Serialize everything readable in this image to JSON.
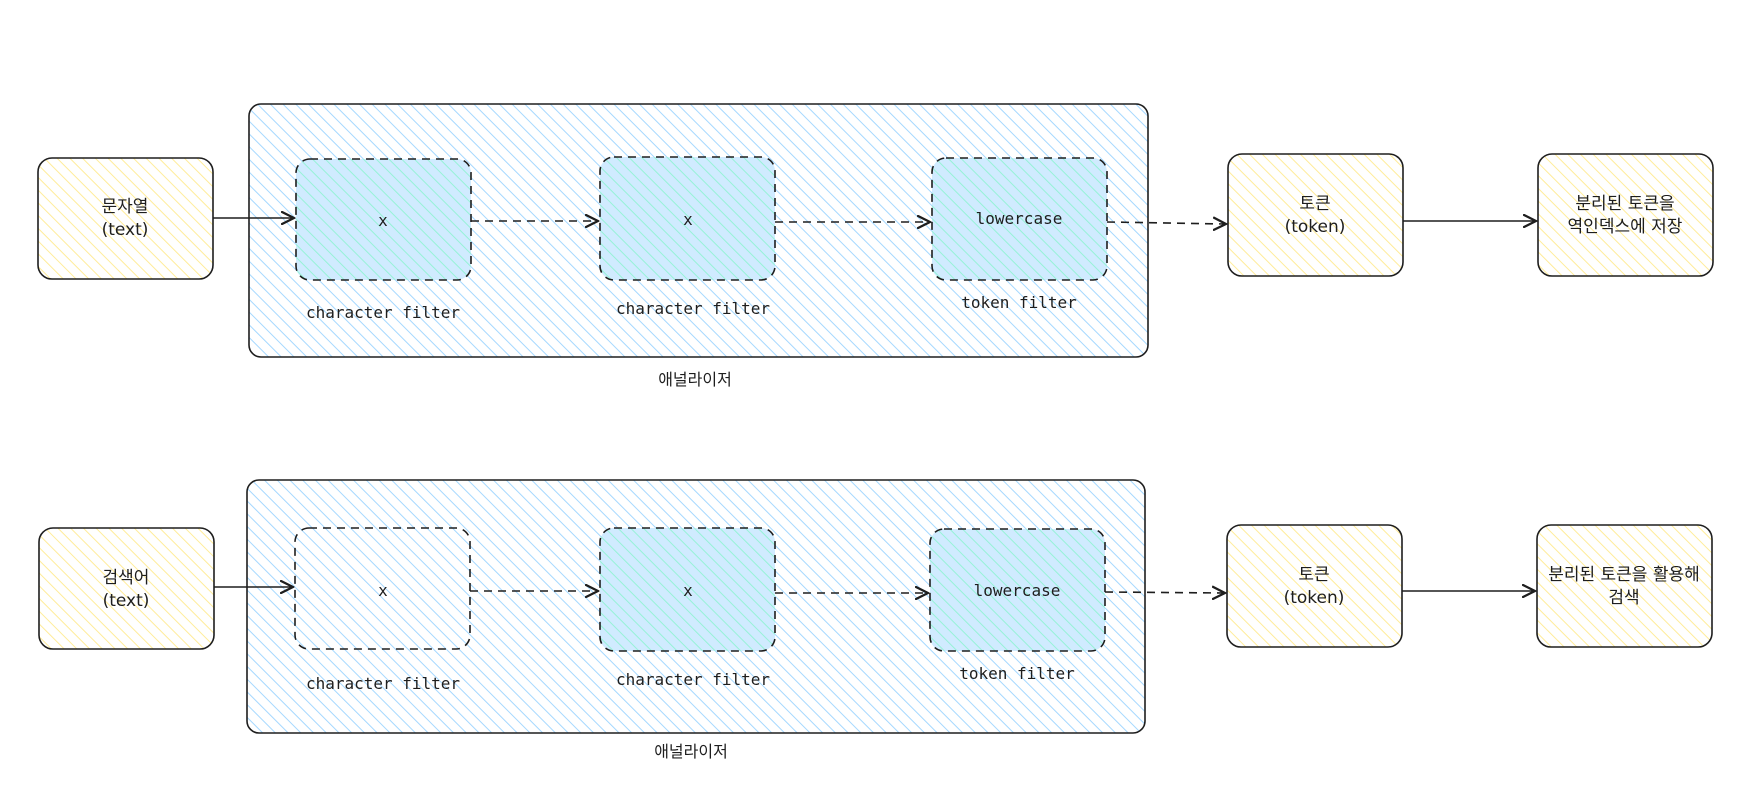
{
  "colors": {
    "yellow_fill": "#fff3b0",
    "blue_fill": "#a5d8ff",
    "teal_fill": "#96f2d7",
    "stroke": "#1e1e1e"
  },
  "index_pipeline": {
    "input": {
      "line1": "문자열",
      "line2": "(text)"
    },
    "stages": [
      {
        "content": "x",
        "caption": "character filter"
      },
      {
        "content": "x",
        "caption": "character filter"
      },
      {
        "content": "lowercase",
        "caption": "token filter"
      }
    ],
    "analyzer_label": "애널라이저",
    "token": {
      "line1": "토큰",
      "line2": "(token)"
    },
    "result": {
      "line1": "분리된 토큰을",
      "line2": "역인덱스에 저장"
    }
  },
  "search_pipeline": {
    "input": {
      "line1": "검색어",
      "line2": "(text)"
    },
    "stages": [
      {
        "content": "x",
        "caption": "character filter"
      },
      {
        "content": "x",
        "caption": "character filter"
      },
      {
        "content": "lowercase",
        "caption": "token filter"
      }
    ],
    "analyzer_label": "애널라이저",
    "token": {
      "line1": "토큰",
      "line2": "(token)"
    },
    "result": {
      "line1": "분리된 토큰을 활용해",
      "line2": "검색"
    }
  }
}
